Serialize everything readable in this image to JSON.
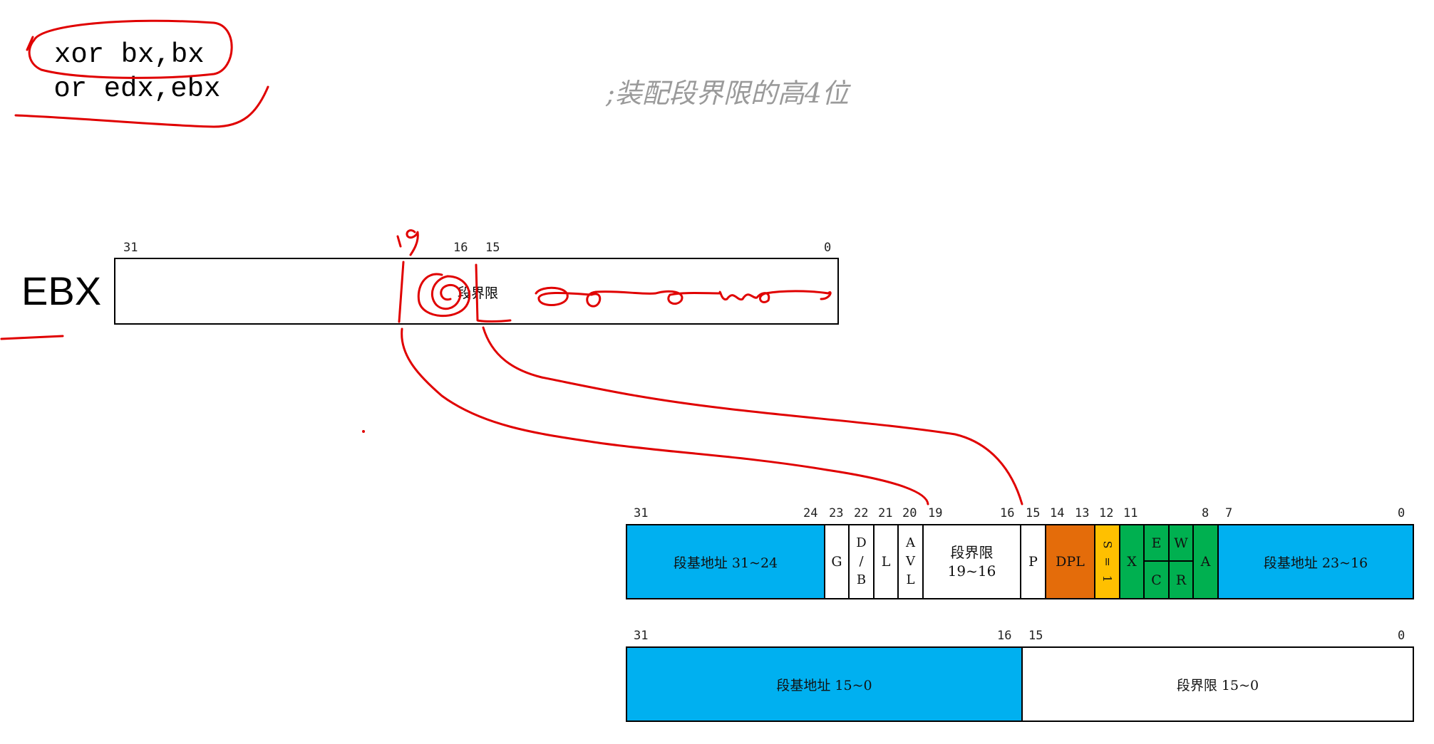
{
  "code": {
    "line1": "xor bx,bx",
    "line2": " or edx,ebx"
  },
  "comment": ";装配段界限的高4位",
  "ebx": {
    "label": "EBX",
    "bits": {
      "b31": "31",
      "b16": "16",
      "b15": "15",
      "b0": "0"
    },
    "field_label": "段界限",
    "handwritten_bit": "19"
  },
  "descriptor_high": {
    "bits": [
      "31",
      "24",
      "23",
      "22",
      "21",
      "20",
      "19",
      "16",
      "15",
      "14",
      "13",
      "12",
      "11",
      "8",
      "7",
      "0"
    ],
    "fields": {
      "base_31_24": "段基地址 31~24",
      "g": "G",
      "db": [
        "D",
        "/",
        "B"
      ],
      "l": "L",
      "avl": [
        "A",
        "V",
        "L"
      ],
      "limit_19_16_a": "段界限",
      "limit_19_16_b": "19~16",
      "p": "P",
      "dpl": "DPL",
      "s": [
        "S",
        "=",
        "1"
      ],
      "x": "X",
      "e": "E",
      "c": "C",
      "w": "W",
      "r": "R",
      "a": "A",
      "base_23_16": "段基地址 23~16"
    }
  },
  "descriptor_low": {
    "bits": [
      "31",
      "16",
      "15",
      "0"
    ],
    "fields": {
      "base_15_0": "段基地址 15~0",
      "limit_15_0": "段界限 15~0"
    }
  },
  "colors": {
    "blue": "#00b0f0",
    "green": "#00b050",
    "orange": "#e46c0a",
    "yellow": "#ffc000",
    "ink": "#e00000"
  }
}
